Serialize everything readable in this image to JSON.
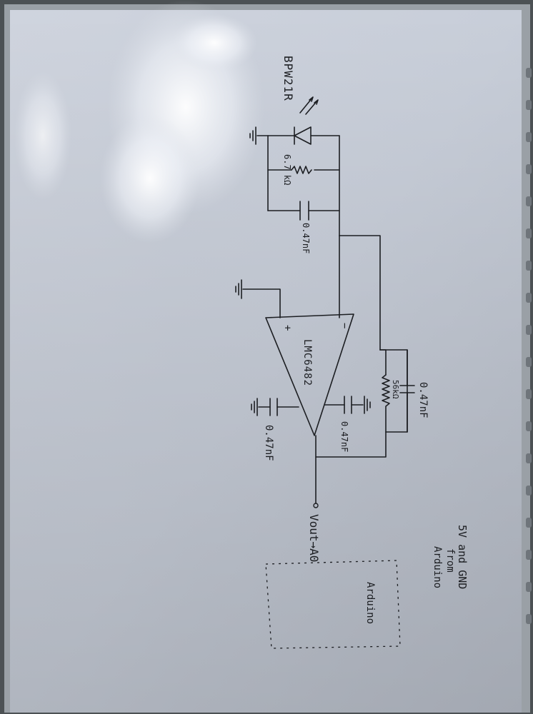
{
  "labels": {
    "photodiode": "BPW21R",
    "feedback_resistor_1": "6.7 kΩ",
    "feedback_cap_1": "0.47nF",
    "opamp_name": "LMC6482",
    "opamp_plus": "+",
    "opamp_minus": "−",
    "feedback_resistor_2": "56kΩ",
    "feedback_cap_2": "0.47nF",
    "decoupling_cap_1": "0.47nF",
    "decoupling_cap_2": "0.47nF",
    "output": "Vout→A0",
    "arduino": "Arduino",
    "note_line_1": "5V and GND",
    "note_line_2": "from",
    "note_line_3": "Arduino"
  }
}
